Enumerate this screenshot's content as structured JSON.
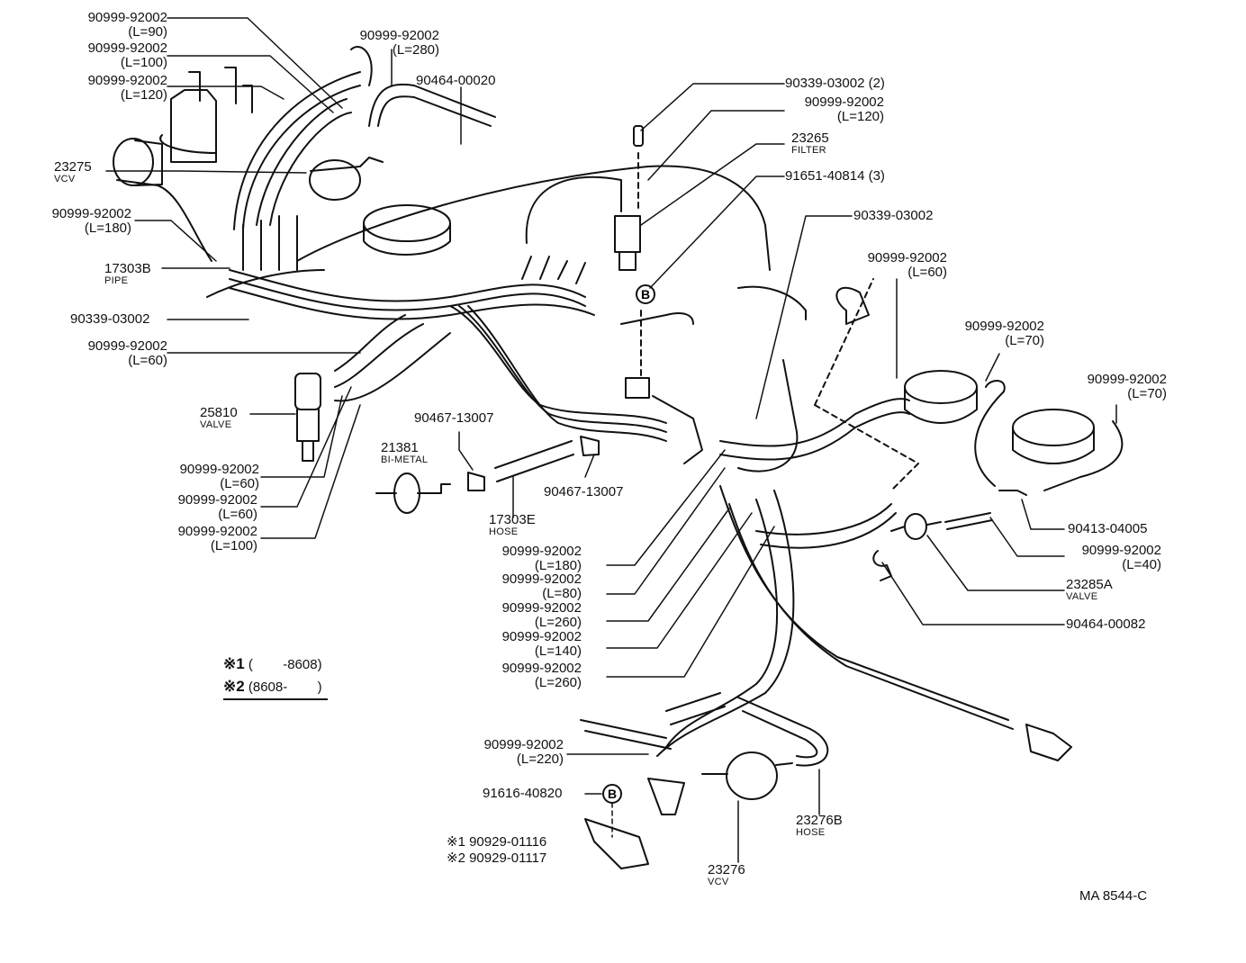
{
  "figure_id": "MA 8544-C",
  "legend": [
    {
      "mark": "※1",
      "range": "(        -8608)"
    },
    {
      "mark": "※2",
      "range": "(8608-        )"
    }
  ],
  "labels": {
    "l_92002_90": {
      "part": "90999-92002",
      "note": "(L=90)"
    },
    "l_92002_100a": {
      "part": "90999-92002",
      "note": "(L=100)"
    },
    "l_92002_120a": {
      "part": "90999-92002",
      "note": "(L=120)"
    },
    "l_23275": {
      "part": "23275",
      "note": "VCV"
    },
    "l_92002_180a": {
      "part": "90999-92002",
      "note": "(L=180)"
    },
    "l_17303b": {
      "part": "17303B",
      "note": "PIPE"
    },
    "l_03002a": {
      "part": "90339-03002"
    },
    "l_92002_60a": {
      "part": "90999-92002",
      "note": "(L=60)"
    },
    "l_25810": {
      "part": "25810",
      "note": "VALVE"
    },
    "l_92002_60b": {
      "part": "90999-92002",
      "note": "(L=60)"
    },
    "l_92002_60c": {
      "part": "90999-92002",
      "note": "(L=60)"
    },
    "l_92002_100b": {
      "part": "90999-92002",
      "note": "(L=100)"
    },
    "l_92002_280": {
      "part": "90999-92002",
      "note": "(L=280)"
    },
    "l_00020": {
      "part": "90464-00020"
    },
    "l_03002_2": {
      "part": "90339-03002 (2)"
    },
    "l_92002_120b": {
      "part": "90999-92002",
      "note": "(L=120)"
    },
    "l_23265": {
      "part": "23265",
      "note": "FILTER"
    },
    "l_40814": {
      "part": "91651-40814 (3)"
    },
    "l_03002b": {
      "part": "90339-03002"
    },
    "l_92002_60d": {
      "part": "90999-92002",
      "note": "(L=60)"
    },
    "l_92002_70a": {
      "part": "90999-92002",
      "note": "(L=70)"
    },
    "l_92002_70b": {
      "part": "90999-92002",
      "note": "(L=70)"
    },
    "l_21381": {
      "part": "21381",
      "note": "BI-METAL"
    },
    "l_13007a": {
      "part": "90467-13007"
    },
    "l_13007b": {
      "part": "90467-13007"
    },
    "l_17303e": {
      "part": "17303E",
      "note": "HOSE"
    },
    "l_92002_180b": {
      "part": "90999-92002",
      "note": "(L=180)"
    },
    "l_92002_80": {
      "part": "90999-92002",
      "note": "(L=80)"
    },
    "l_92002_260a": {
      "part": "90999-92002",
      "note": "(L=260)"
    },
    "l_92002_140": {
      "part": "90999-92002",
      "note": "(L=140)"
    },
    "l_92002_260b": {
      "part": "90999-92002",
      "note": "(L=260)"
    },
    "l_04005": {
      "part": "90413-04005"
    },
    "l_92002_40": {
      "part": "90999-92002",
      "note": "(L=40)"
    },
    "l_23285a": {
      "part": "23285A",
      "note": "VALVE"
    },
    "l_00082": {
      "part": "90464-00082"
    },
    "l_92002_220": {
      "part": "90999-92002",
      "note": "(L=220)"
    },
    "l_40820": {
      "part": "91616-40820"
    },
    "l_01116": {
      "part": "※1  90929-01116"
    },
    "l_01117": {
      "part": "※2  90929-01117"
    },
    "l_23276b": {
      "part": "23276B",
      "note": "HOSE"
    },
    "l_23276": {
      "part": "23276",
      "note": "VCV"
    }
  },
  "callout_markers": {
    "b1": "B",
    "b2": "B"
  }
}
